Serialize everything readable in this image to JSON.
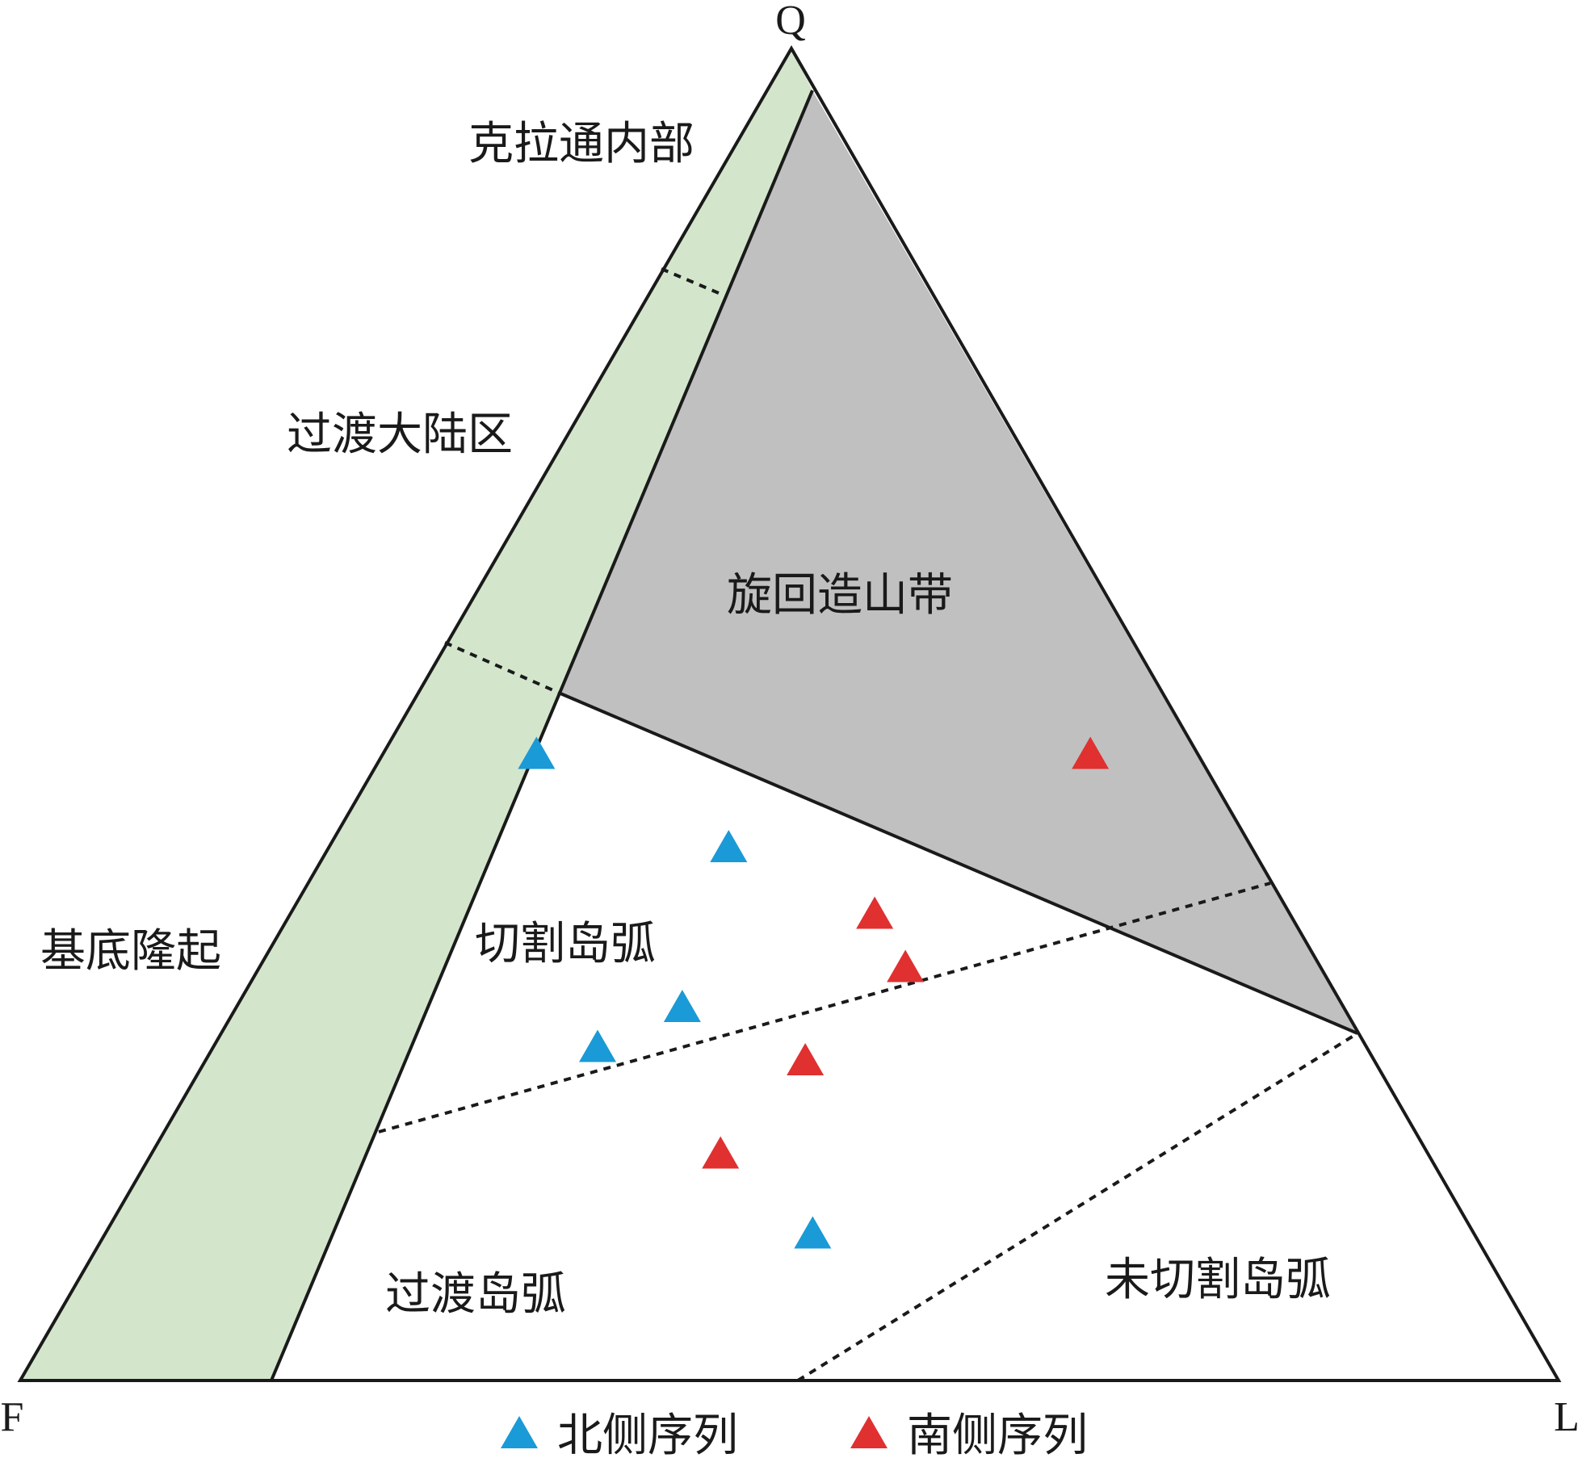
{
  "vertices": {
    "top": "Q",
    "left": "F",
    "right": "L"
  },
  "regions": {
    "craton_interior": "克拉通内部",
    "transitional_continental": "过渡大陆区",
    "basement_uplift": "基底隆起",
    "recycled_orogen": "旋回造山带",
    "dissected_arc": "切割岛弧",
    "transitional_arc": "过渡岛弧",
    "undissected_arc": "未切割岛弧"
  },
  "colors": {
    "continental_block_fill": "#d3e6cc",
    "recycled_orogen_fill": "#c0c0c0",
    "north_sequence": "#1a9ad6",
    "south_sequence": "#e03030",
    "line": "#1a1a1a"
  },
  "legend": [
    {
      "label": "北侧序列",
      "color": "#1a9ad6",
      "icon": "triangle-icon"
    },
    {
      "label": "南侧序列",
      "color": "#e03030",
      "icon": "triangle-icon"
    }
  ],
  "chart_data": {
    "type": "scatter",
    "subtype": "ternary",
    "axes": [
      "Q",
      "F",
      "L"
    ],
    "series": [
      {
        "name": "北侧序列",
        "marker": "triangle",
        "color": "#1a9ad6",
        "points": [
          {
            "Q": 47,
            "F": 43,
            "L": 10
          },
          {
            "Q": 40,
            "F": 34,
            "L": 26
          },
          {
            "Q": 28,
            "F": 43,
            "L": 29
          },
          {
            "Q": 25,
            "F": 50,
            "L": 25
          },
          {
            "Q": 11,
            "F": 43,
            "L": 46
          }
        ]
      },
      {
        "name": "南侧序列",
        "marker": "triangle",
        "color": "#e03030",
        "points": [
          {
            "Q": 47,
            "F": 7,
            "L": 46
          },
          {
            "Q": 35,
            "F": 27,
            "L": 38
          },
          {
            "Q": 31,
            "F": 27,
            "L": 42
          },
          {
            "Q": 24,
            "F": 37,
            "L": 39
          },
          {
            "Q": 17,
            "F": 46,
            "L": 37
          }
        ]
      }
    ]
  }
}
